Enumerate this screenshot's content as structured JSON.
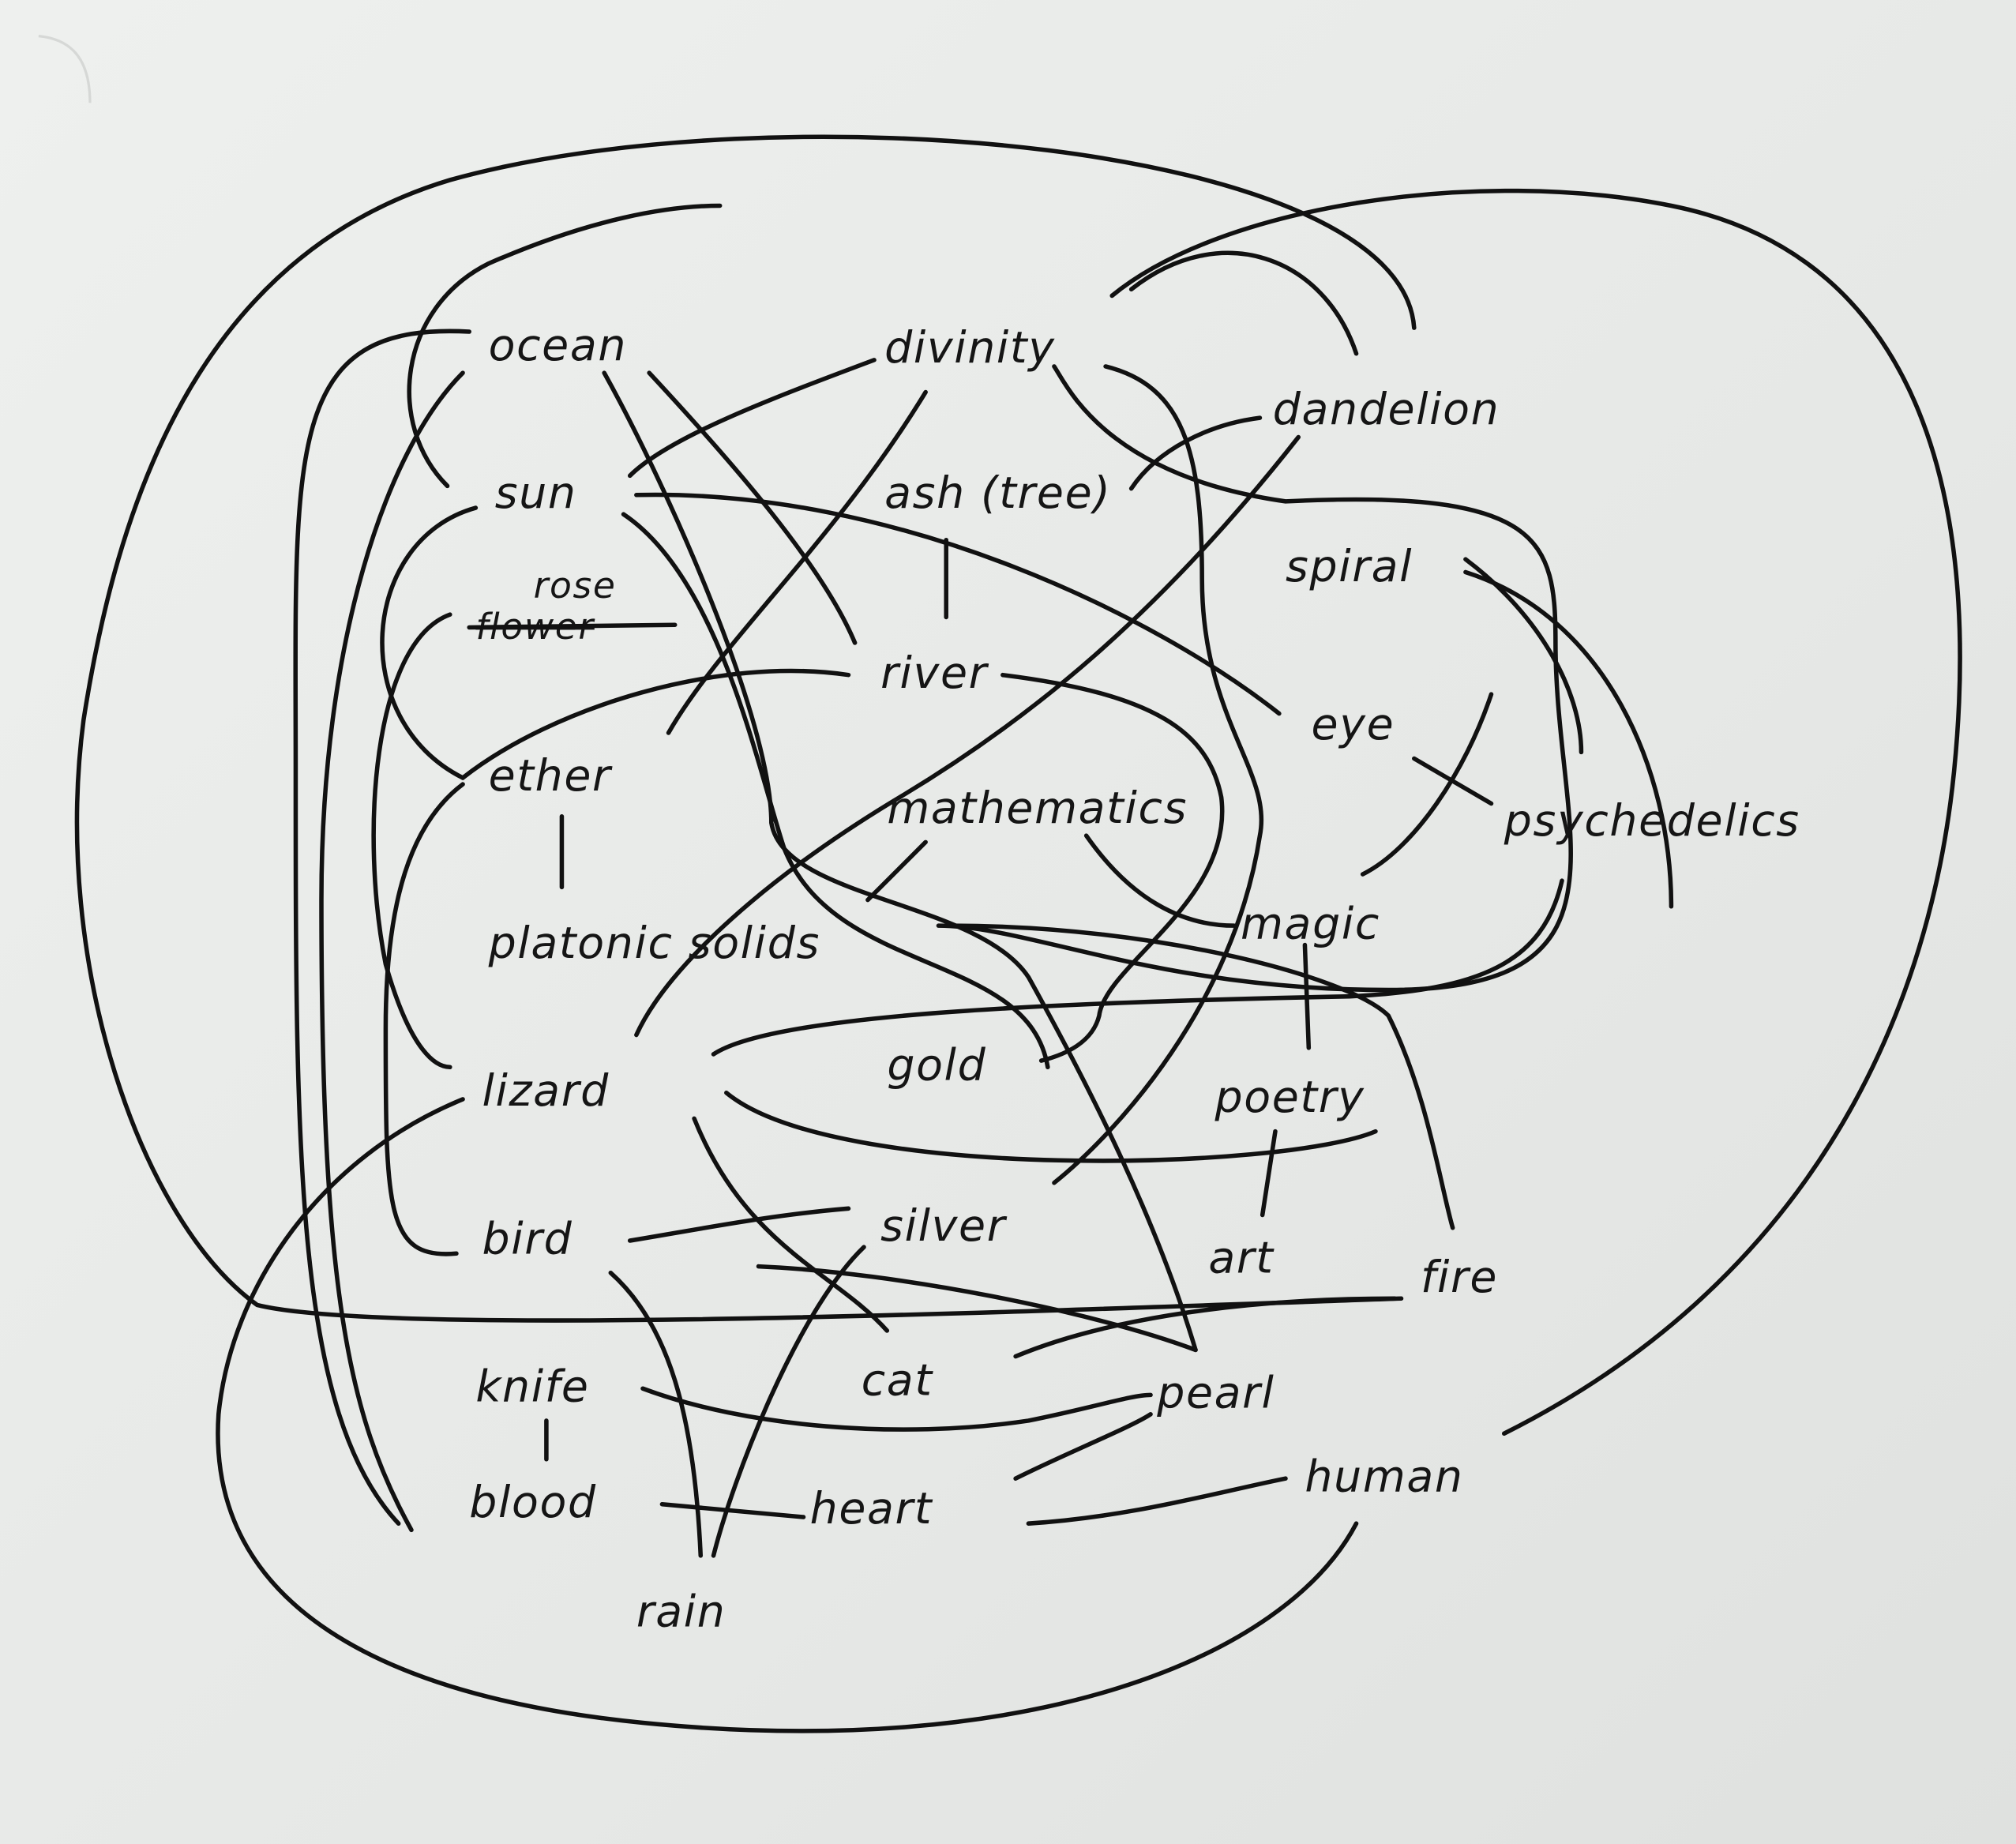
{
  "nodes": {
    "ocean": "ocean",
    "divinity": "divinity",
    "dandelion": "dandelion",
    "sun": "sun",
    "ash_tree": "ash (tree)",
    "spiral": "spiral",
    "rose": "rose",
    "flower_struck": "flower",
    "river": "river",
    "eye": "eye",
    "ether": "ether",
    "mathematics": "mathematics",
    "psychedelics": "psychedelics",
    "platonic_solids": "platonic solids",
    "magic": "magic",
    "lizard": "lizard",
    "gold": "gold",
    "poetry": "poetry",
    "bird": "bird",
    "silver": "silver",
    "art": "art",
    "fire": "fire",
    "knife": "knife",
    "cat": "cat",
    "pearl": "pearl",
    "blood": "blood",
    "heart": "heart",
    "human": "human",
    "rain": "rain"
  },
  "colors": {
    "ink": "#111111",
    "paper": "#eceeec"
  }
}
